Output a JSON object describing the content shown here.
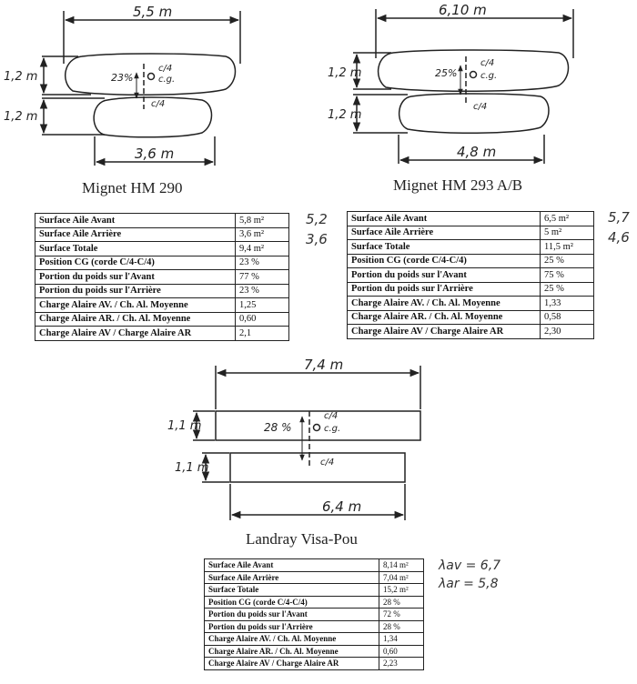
{
  "aircraft": [
    {
      "name": "Mignet  HM 290",
      "dims": {
        "span_front": "5,5 m",
        "span_rear": "3,6 m",
        "chord_front": "1,2 m",
        "chord_rear": "1,2 m"
      },
      "cg": {
        "percent": "23%",
        "c4": "c/4",
        "cg": "c.g."
      },
      "table": [
        {
          "label": "Surface Aile Avant",
          "value": "5,8 m²"
        },
        {
          "label": "Surface Aile Arrière",
          "value": "3,6 m²"
        },
        {
          "label": "Surface Totale",
          "value": "9,4 m²"
        },
        {
          "label": "Position CG  (corde C/4-C/4)",
          "value": "23 %"
        },
        {
          "label": "Portion du poids sur l'Avant",
          "value": "77 %"
        },
        {
          "label": "Portion du poids sur l'Arrière",
          "value": "23 %"
        },
        {
          "label": "Charge Alaire AV. / Ch. Al. Moyenne",
          "value": "1,25"
        },
        {
          "label": "Charge Alaire  AR. / Ch. Al. Moyenne",
          "value": "0,60"
        },
        {
          "label": "Charge Alaire AV / Charge Alaire AR",
          "value": "2,1"
        }
      ],
      "notes": [
        "5,2",
        "3,6"
      ]
    },
    {
      "name": "Mignet  HM 293 A/B",
      "dims": {
        "span_front": "6,10 m",
        "span_rear": "4,8 m",
        "chord_front": "1,2 m",
        "chord_rear": "1,2 m"
      },
      "cg": {
        "percent": "25%",
        "c4": "c/4",
        "cg": "c.g."
      },
      "table": [
        {
          "label": "Surface Aile Avant",
          "value": "6,5 m²"
        },
        {
          "label": "Surface Aile Arrière",
          "value": "5 m²"
        },
        {
          "label": "Surface Totale",
          "value": "11,5 m²"
        },
        {
          "label": "Position CG  (corde C/4-C/4)",
          "value": "25 %"
        },
        {
          "label": "Portion du poids sur l'Avant",
          "value": "75 %"
        },
        {
          "label": "Portion du poids sur l'Arrière",
          "value": "25 %"
        },
        {
          "label": "Charge Alaire AV. / Ch. Al. Moyenne",
          "value": "1,33"
        },
        {
          "label": "Charge Alaire  AR. / Ch. Al. Moyenne",
          "value": "0,58"
        },
        {
          "label": "Charge Alaire AV / Charge Alaire AR",
          "value": "2,30"
        }
      ],
      "notes": [
        "5,7",
        "4,6"
      ]
    },
    {
      "name": "Landray  Visa-Pou",
      "dims": {
        "span_front": "7,4 m",
        "span_rear": "6,4 m",
        "chord_front": "1,1 m",
        "chord_rear": "1,1 m"
      },
      "cg": {
        "percent": "28 %",
        "c4": "c/4",
        "cg": "c.g."
      },
      "table": [
        {
          "label": "Surface Aile Avant",
          "value": "8,14 m²"
        },
        {
          "label": "Surface Aile Arrière",
          "value": "7,04 m²"
        },
        {
          "label": "Surface Totale",
          "value": "15,2 m²"
        },
        {
          "label": "Position CG  (corde C/4-C/4)",
          "value": "28 %"
        },
        {
          "label": "Portion du poids sur l'Avant",
          "value": "72 %"
        },
        {
          "label": "Portion du poids sur l'Arrière",
          "value": "28 %"
        },
        {
          "label": "Charge Alaire AV. / Ch. Al. Moyenne",
          "value": "1,34"
        },
        {
          "label": "Charge Alaire  AR. / Ch. Al. Moyenne",
          "value": "0,60"
        },
        {
          "label": "Charge Alaire AV / Charge Alaire AR",
          "value": "2,23"
        }
      ],
      "notes": [
        "λav = 6,7",
        "λar = 5,8"
      ]
    }
  ]
}
